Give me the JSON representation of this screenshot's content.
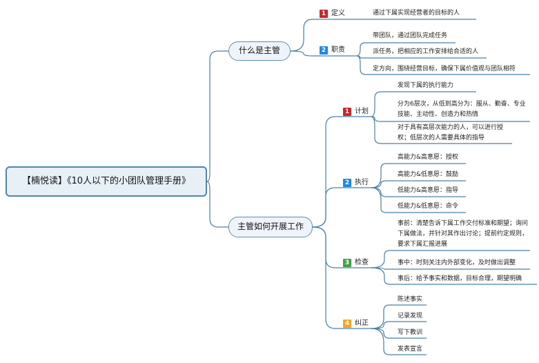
{
  "root": "【楠悦读】《10人以下的小团队管理手册》",
  "colors": {
    "line": "#4a7fa8",
    "badge1": "#c62828",
    "badge2": "#1e88e5",
    "badge3": "#43a047",
    "badge4": "#f5a623"
  },
  "topic1": {
    "label": "什么是主管",
    "sub1": {
      "num": "1",
      "label": "定义",
      "leaves": [
        "通过下属实现经营者的目标的人"
      ]
    },
    "sub2": {
      "num": "2",
      "label": "职责",
      "leaves": [
        "带团队，通过团队完成任务",
        "派任务，把相应的工作安排给合适的人",
        "定方向，围绕经营目标，确保下属价值观与团队相符"
      ]
    }
  },
  "topic2": {
    "label": "主管如何开展工作",
    "sub1": {
      "num": "1",
      "label": "计划",
      "leaves": [
        "发现下属的执行能力",
        "分为6层次，从低到高分为：服从、勤奋、专业技能、主动性、创造力和热情",
        "对于具有高层次能力的人，可以进行授权；低层次的人需要具体的指导"
      ]
    },
    "sub2": {
      "num": "2",
      "label": "执行",
      "leaves": [
        "高能力&高意愿：授权",
        "高能力&低意愿：鼓励",
        "低能力&高意愿：指导",
        "低能力&低意愿：命令"
      ]
    },
    "sub3": {
      "num": "3",
      "label": "检查",
      "leaves": [
        "事前：清楚告诉下属工作交付标准和期望；询问下属做法，并针对其作出讨论；提前约定规则，要求下属汇报进展",
        "事中：时刻关注内外部变化，及时做出调整",
        "事后：给予事实和数据，目标合理，期望明确"
      ]
    },
    "sub4": {
      "num": "4",
      "label": "纠正",
      "leaves": [
        "陈述事实",
        "记录发现",
        "写下教训",
        "发表宣言"
      ]
    }
  }
}
